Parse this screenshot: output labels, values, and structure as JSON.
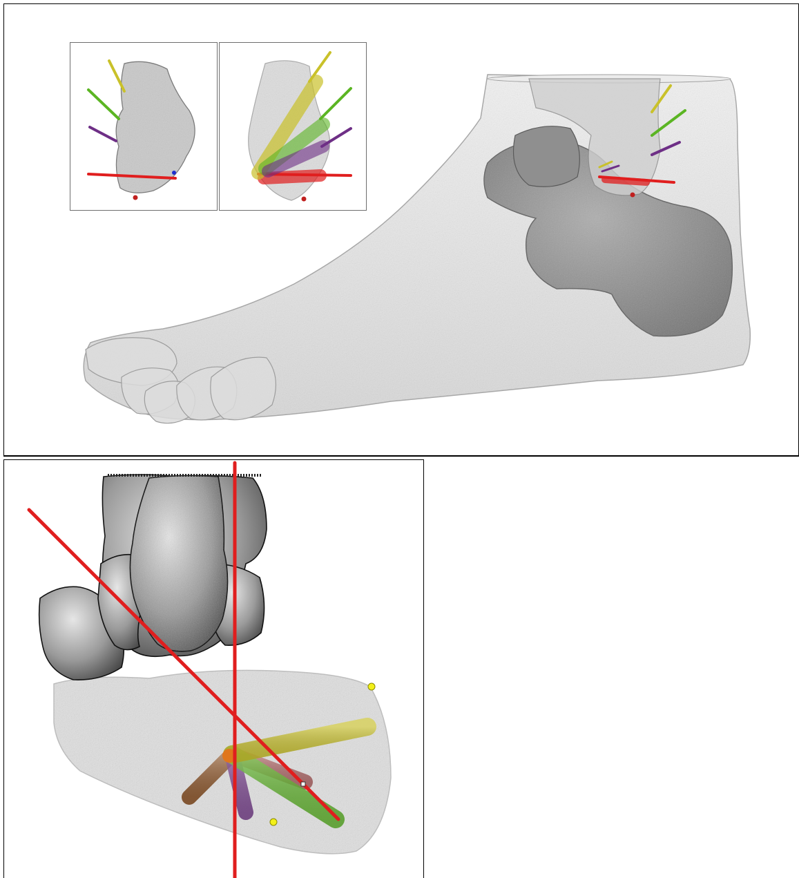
{
  "figure": {
    "top_panel": {
      "view": "lateral-foot-render",
      "inset_views": [
        "talus-axes-opaque",
        "talus-axes-transparent"
      ]
    },
    "bottom_panel": {
      "view": "posterior-calcaneus-axes"
    }
  },
  "axis_colors": {
    "red": "#e01e1e",
    "yellow": "#c9c12a",
    "green": "#5bb523",
    "purple": "#6e2f86",
    "brown": "#8a4a17",
    "blue": "#2030d0"
  },
  "marker_colors": {
    "landmark": "#f3f019",
    "origin": "#e0761c",
    "point": "#c0201f"
  },
  "bone_tones": {
    "skin": "#e6e6e6",
    "bone_dark": "#7a7a7a",
    "bone_light": "#bdbdbd"
  }
}
